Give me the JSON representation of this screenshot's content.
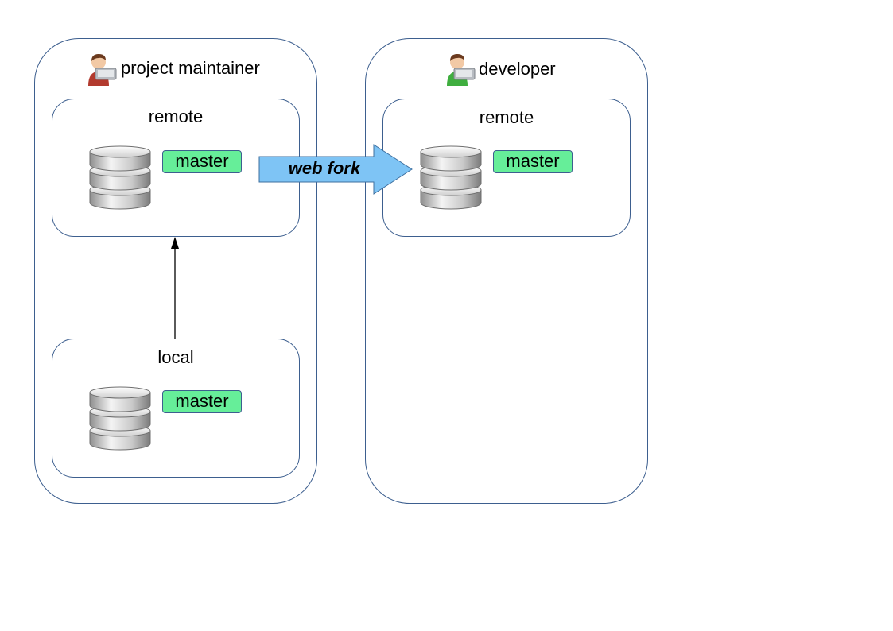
{
  "maintainer": {
    "title": "project maintainer",
    "icon": "person-laptop-icon",
    "shirt_color": "#b23a2e"
  },
  "developer": {
    "title": "developer",
    "icon": "person-laptop-icon",
    "shirt_color": "#3fae3f"
  },
  "maintainer_remote": {
    "label": "remote",
    "branch": "master"
  },
  "maintainer_local": {
    "label": "local",
    "branch": "master"
  },
  "developer_remote": {
    "label": "remote",
    "branch": "master"
  },
  "fork_arrow": {
    "label": "web fork",
    "color": "#7ec4f5"
  },
  "colors": {
    "branch_fill": "#66ee99",
    "outline": "#3d5f8f"
  }
}
